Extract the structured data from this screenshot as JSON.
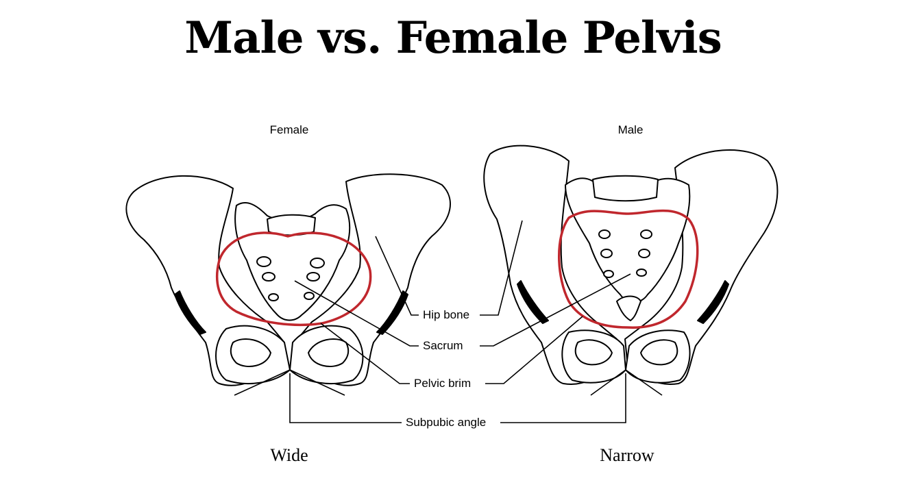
{
  "title": "Male vs. Female Pelvis",
  "female": {
    "label": "Female",
    "verdict": "Wide"
  },
  "male": {
    "label": "Male",
    "verdict": "Narrow"
  },
  "callouts": {
    "hip_bone": "Hip bone",
    "sacrum": "Sacrum",
    "pelvic_brim": "Pelvic brim",
    "subpubic_angle": "Subpubic angle"
  },
  "colors": {
    "brim": "#c0272d",
    "line": "#000000",
    "bone_fill": "#ffffff"
  }
}
